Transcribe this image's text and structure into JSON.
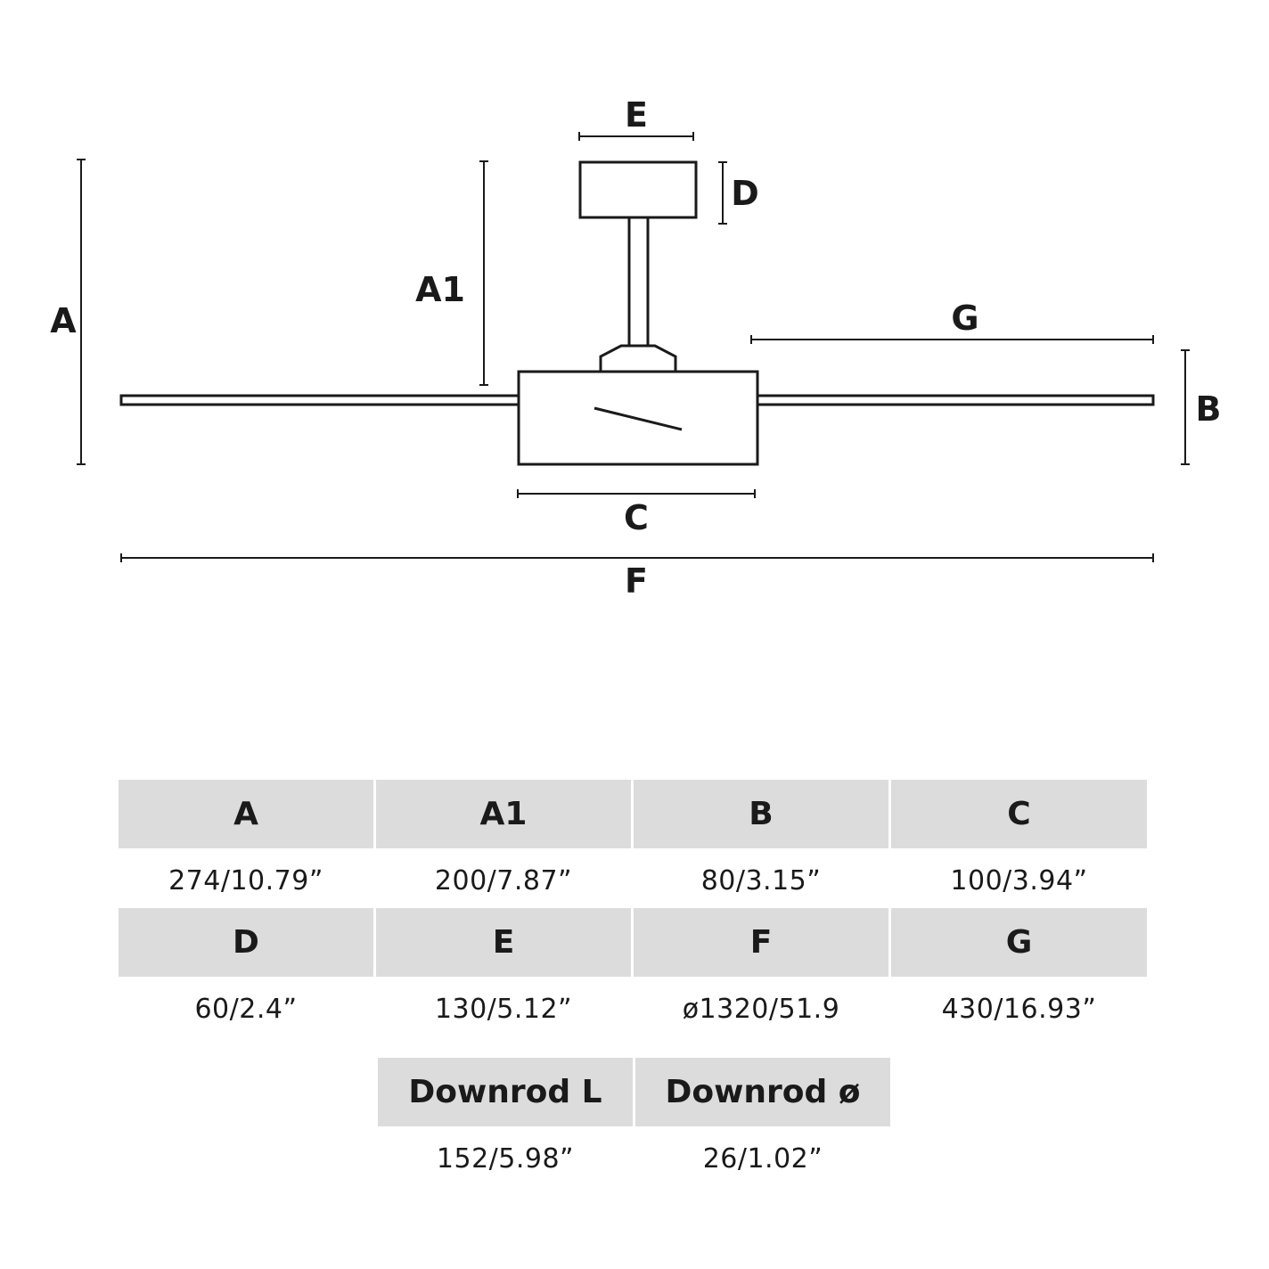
{
  "diagram": {
    "labels": {
      "A": "A",
      "A1": "A1",
      "B": "B",
      "C": "C",
      "D": "D",
      "E": "E",
      "F": "F",
      "G": "G"
    }
  },
  "table": {
    "row1": [
      {
        "header": "A",
        "value": "274/10.79”"
      },
      {
        "header": "A1",
        "value": "200/7.87”"
      },
      {
        "header": "B",
        "value": "80/3.15”"
      },
      {
        "header": "C",
        "value": "100/3.94”"
      }
    ],
    "row2": [
      {
        "header": "D",
        "value": "60/2.4”"
      },
      {
        "header": "E",
        "value": "130/5.12”"
      },
      {
        "header": "F",
        "value": "ø1320/51.9"
      },
      {
        "header": "G",
        "value": "430/16.93”"
      }
    ],
    "row3": [
      {
        "header": "Downrod L",
        "value": "152/5.98”"
      },
      {
        "header": "Downrod ø",
        "value": "26/1.02”"
      }
    ]
  }
}
